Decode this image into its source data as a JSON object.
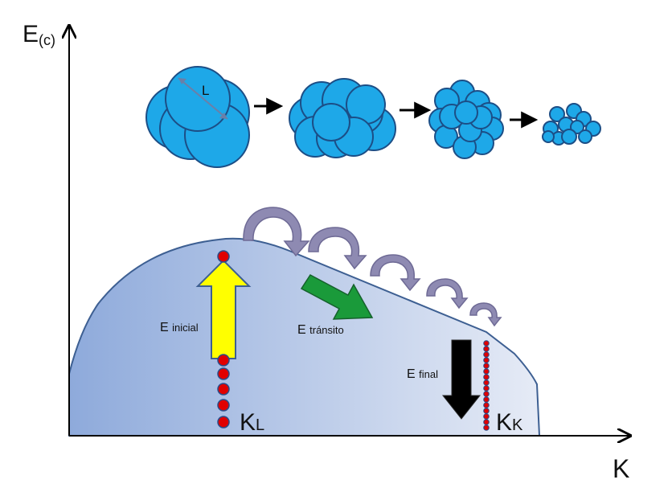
{
  "axes": {
    "y_label_main": "E",
    "y_label_sub": "(c)",
    "x_label": "K"
  },
  "clusters": {
    "size_label": "L"
  },
  "energy_labels": {
    "initial_main": "E",
    "initial_sub": "inicial",
    "transit_main": "E",
    "transit_sub": "tránsito",
    "final_main": "E",
    "final_sub": "final"
  },
  "k_labels": {
    "kl_main": "K",
    "kl_sub": "L",
    "kk_main": "K",
    "kk_sub": "K"
  },
  "colors": {
    "sphere_fill": "#1ea8e8",
    "sphere_stroke": "#1c4e86",
    "hill_left": "#8eaadb",
    "hill_right": "#e6ebf6",
    "hill_stroke": "#3d5f92",
    "yellow_arrow": "#ffff00",
    "green_arrow": "#1a9a3a",
    "black_arrow": "#000000",
    "curved_arrow": "#8e8ab2",
    "dot_red": "#e00000",
    "dot_stroke": "#2a4d8a"
  }
}
